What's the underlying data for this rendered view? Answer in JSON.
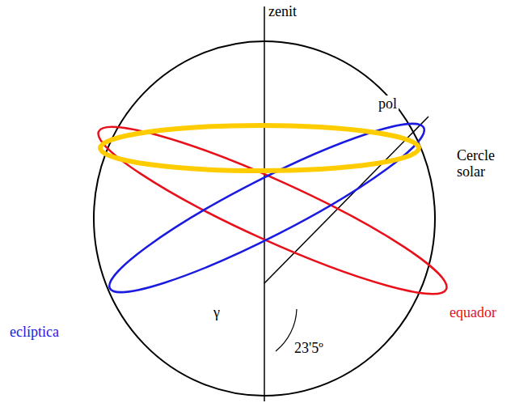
{
  "diagram": {
    "labels": [
      "zenit",
      "pol",
      "Cercle solar",
      "23'5º",
      "γ",
      "equador",
      "eclíptica"
    ]
  }
}
